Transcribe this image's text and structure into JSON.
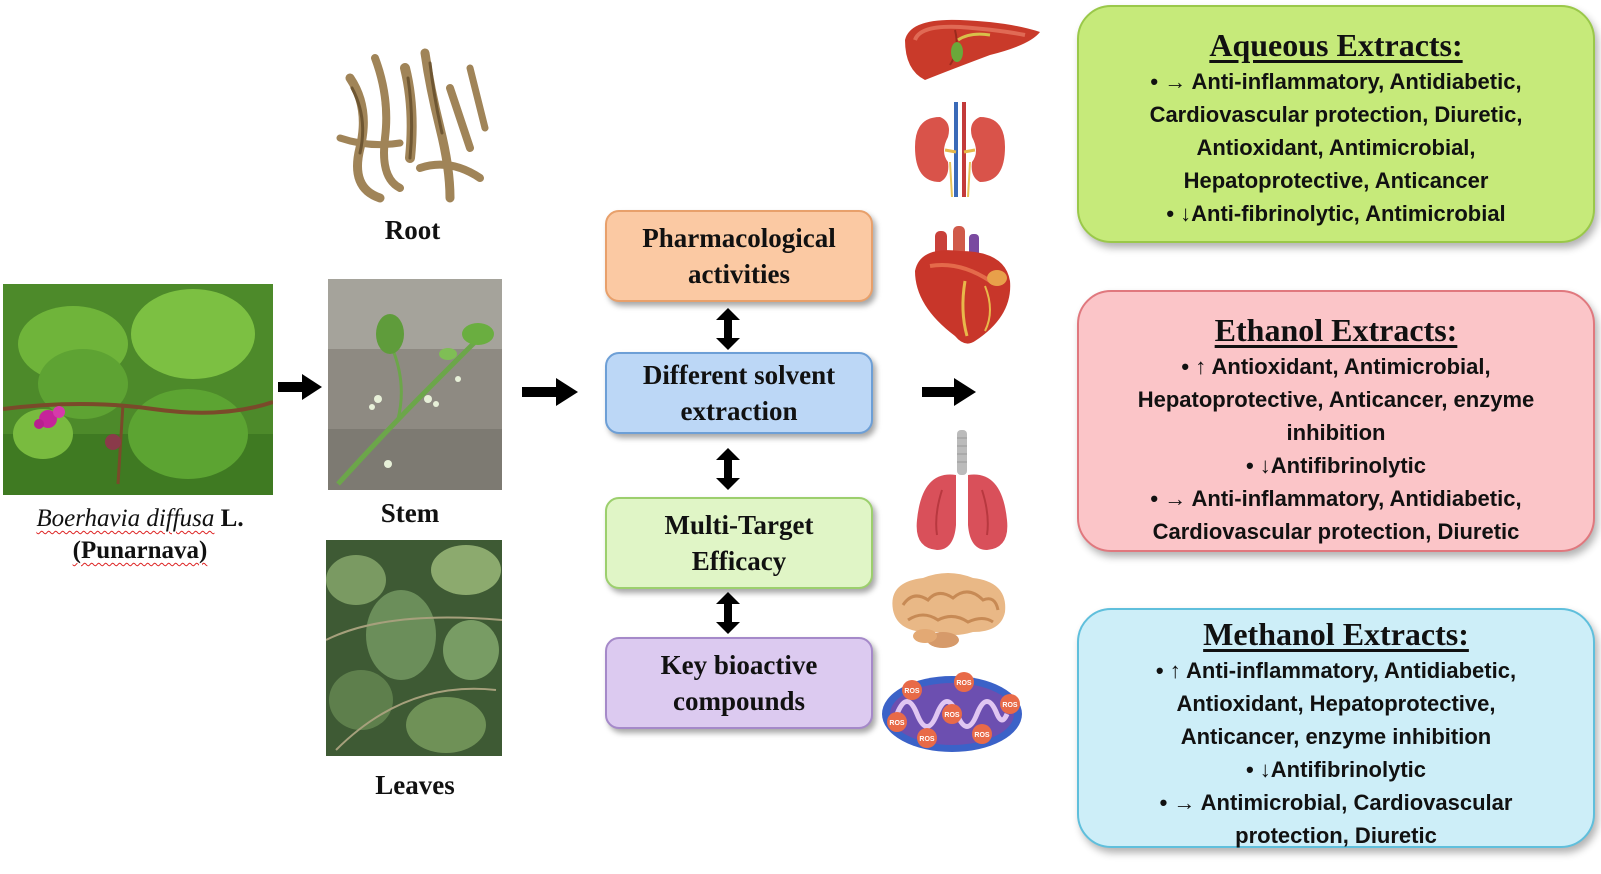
{
  "plant": {
    "species_scientific": "Boerhavia diffusa",
    "species_author": " L.",
    "common_name": "(Punarnava)",
    "parts": {
      "root": "Root",
      "stem": "Stem",
      "leaves": "Leaves"
    }
  },
  "flow": [
    {
      "label": "Pharmacological\nactivities",
      "fill": "#fbc9a3",
      "border": "#e8a06b"
    },
    {
      "label": "Different solvent\nextraction",
      "fill": "#bcd7f6",
      "border": "#6d9fd6"
    },
    {
      "label": "Multi-Target\nEfficacy",
      "fill": "#e0f5c6",
      "border": "#9ccf6d"
    },
    {
      "label": "Key bioactive\ncompounds",
      "fill": "#dccaf0",
      "border": "#a589c9"
    }
  ],
  "organs": [
    "liver-icon",
    "kidney-icon",
    "heart-icon",
    "lungs-icon",
    "brain-icon",
    "mitochondria-icon"
  ],
  "ros_label": "ROS",
  "extracts": [
    {
      "title": "Aqueous Extracts:",
      "fill": "#c6ea7a",
      "border": "#9ac84a",
      "lines": [
        "• → Anti-inflammatory, Antidiabetic,",
        "Cardiovascular protection, Diuretic,",
        "Antioxidant, Antimicrobial,",
        "Hepatoprotective, Anticancer",
        "• ↓Anti-fibrinolytic, Antimicrobial"
      ]
    },
    {
      "title": "Ethanol Extracts:",
      "fill": "#fbc5c8",
      "border": "#e0787e",
      "lines": [
        "• ↑ Antioxidant, Antimicrobial,",
        "Hepatoprotective, Anticancer, enzyme",
        "inhibition",
        "• ↓Antifibrinolytic",
        "• → Anti-inflammatory, Antidiabetic,",
        "Cardiovascular protection, Diuretic"
      ]
    },
    {
      "title": "Methanol Extracts:",
      "fill": "#cdeef8",
      "border": "#5fbfdc",
      "lines": [
        "• ↑ Anti-inflammatory, Antidiabetic,",
        "Antioxidant, Hepatoprotective,",
        "Anticancer, enzyme inhibition",
        "• ↓Antifibrinolytic",
        "• → Antimicrobial, Cardiovascular",
        "protection, Diuretic"
      ]
    }
  ]
}
